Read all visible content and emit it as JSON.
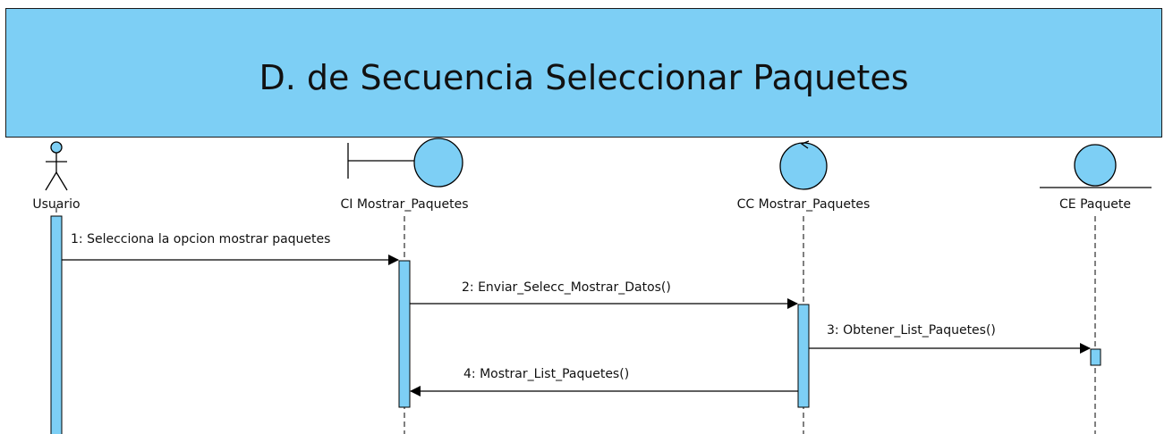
{
  "diagram": {
    "title": "D. de Secuencia Seleccionar Paquetes",
    "colors": {
      "fill": "#7dcff5",
      "stroke": "#000000"
    },
    "lifelines": [
      {
        "name": "Usuario",
        "kind": "actor-icon"
      },
      {
        "name": "CI Mostrar_Paquetes",
        "kind": "boundary-icon"
      },
      {
        "name": "CC Mostrar_Paquetes",
        "kind": "control-icon"
      },
      {
        "name": "CE Paquete",
        "kind": "entity-icon"
      }
    ],
    "messages": [
      {
        "label": "1: Selecciona la opcion mostrar paquetes",
        "from": "Usuario",
        "to": "CI Mostrar_Paquetes"
      },
      {
        "label": "2: Enviar_Selecc_Mostrar_Datos()",
        "from": "CI Mostrar_Paquetes",
        "to": "CC Mostrar_Paquetes"
      },
      {
        "label": "3: Obtener_List_Paquetes()",
        "from": "CC Mostrar_Paquetes",
        "to": "CE Paquete"
      },
      {
        "label": "4: Mostrar_List_Paquetes()",
        "from": "CC Mostrar_Paquetes",
        "to": "CI Mostrar_Paquetes"
      }
    ]
  }
}
